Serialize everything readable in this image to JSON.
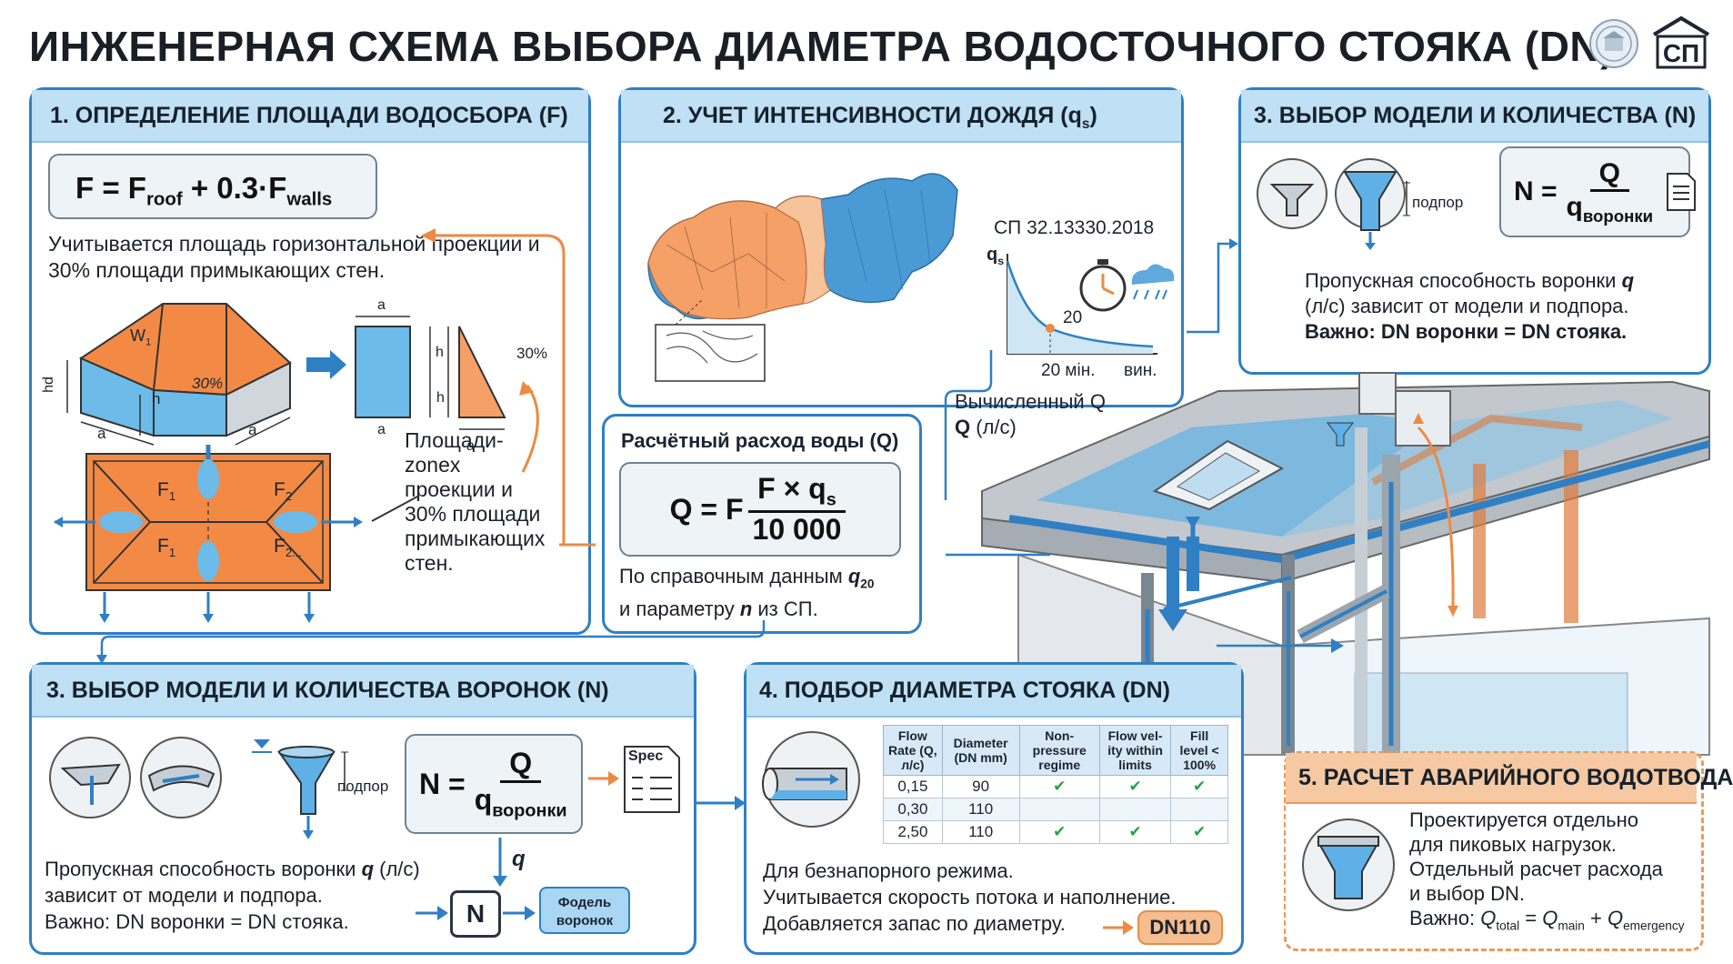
{
  "title": "ИНЖЕНЕРНАЯ СХЕМА ВЫБОРА ДИАМЕТРА ВОДОСТОЧНОГО СТОЯКА (DN)",
  "logo": {
    "text": "СП"
  },
  "colors": {
    "blue": "#2f7fc4",
    "light_blue": "#5fb0e6",
    "orange": "#ec8a43",
    "header_blue": "#bfe0f5",
    "header_orange": "#f6c9a2"
  },
  "panel1": {
    "header": "1. ОПРЕДЕЛЕНИЕ ПЛОЩАДИ ВОДОСБОРА (F)",
    "formula": {
      "lhs": "F = F",
      "sub1": "roof",
      "mid": " + 0.3·F",
      "sub2": "walls"
    },
    "text": "Учитывается площадь горизонтальной проекции и 30% площади примыкающих стен.",
    "roof_labels": {
      "w1": "W",
      "w1_sub": "1",
      "hd": "hd",
      "h": "h",
      "a": "a",
      "a2": "a",
      "pct": "30%"
    },
    "proj_labels": {
      "a_top": "a",
      "h": "h",
      "a_bottom": "a",
      "h2": "h",
      "a3": "a",
      "pct": "30%"
    },
    "plan_labels": {
      "f1": "F",
      "f1_sub": "1",
      "f2": "F",
      "f2_sub": "2",
      "f1b": "F",
      "f1b_sub": "1",
      "f2b": "F",
      "f2b_sub": "2..."
    },
    "side_text": [
      "Площади-",
      "zonex",
      "проекции и",
      "30% площади",
      "примыкающих",
      "стен."
    ]
  },
  "panel2": {
    "header": "2. УЧЕТ ИНТЕНСИВНОСТИ ДОЖДЯ (q",
    "header_sub": "s",
    "header_end": ")",
    "norm": "СП 32.13330.2018",
    "axis_y": "q",
    "axis_y_sub": "s",
    "point_label": "20",
    "axis_x_20": "20 мін.",
    "axis_x_end": "вин."
  },
  "panel_q": {
    "header": "Расчётный расход воды (Q)",
    "formula": {
      "lhs": "Q = F",
      "num": "F × q",
      "num_sub": "s",
      "den": "10 000"
    },
    "text1": "По справочным данным ",
    "q20": "q",
    "q20_sub": "20",
    "text2": "и параметру ",
    "n": "n",
    "text3": " из СП."
  },
  "panel3top": {
    "header": "3. ВЫБОР МОДЕЛИ И КОЛИЧЕСТВА (N)",
    "podpor": "подпор",
    "formula": {
      "lhs": "N =",
      "num": "Q",
      "den": "q",
      "den_sub": "воронки"
    },
    "text1": "Пропускная способность воронки ",
    "q": "q",
    "text2": "(л/с) зависит от модели и подпора.",
    "text3": "Важно: DN воронки = DN стояка."
  },
  "calc_q": {
    "line1": "Вычисленный Q",
    "line2": "Q",
    "line2_end": " (л/с)"
  },
  "panel3": {
    "header": "3. ВЫБОР МОДЕЛИ И КОЛИЧЕСТВА ВОРОНОК (N)",
    "podpor": "подпор",
    "formula": {
      "lhs": "N =",
      "num": "Q",
      "den": "q",
      "den_sub": "воронки"
    },
    "spec": "Spec",
    "q_label": "q",
    "n_box": "N",
    "model_box": "Фодель воронок",
    "text1": "Пропускная способность воронки ",
    "q": "q",
    "text1_end": " (л/с)",
    "text2": "зависит от модели и подпора.",
    "text3": "Важно: DN воронки = DN стояка."
  },
  "panel4": {
    "header": "4. ПОДБОР ДИАМЕТРА СТОЯКА (DN)",
    "table": {
      "headers": [
        "Flow Rate (Q, л/с)",
        "Diameter (DN mm)",
        "Non-pressure regime",
        "Flow vel-ity within limits",
        "Fill level < 100%"
      ],
      "rows": [
        {
          "q": "0,15",
          "dn": "90",
          "c1": "✔",
          "c2": "✔",
          "c3": "✔"
        },
        {
          "q": "0,30",
          "dn": "110",
          "c1": "",
          "c2": "",
          "c3": ""
        },
        {
          "q": "2,50",
          "dn": "110",
          "c1": "✔",
          "c2": "✔",
          "c3": "✔"
        }
      ]
    },
    "text1": "Для безнапорного режима.",
    "text2": "Учитывается скорость потока и наполнение.",
    "text3": "Добавляется запас по диаметру.",
    "dn_badge": "DN110"
  },
  "panel5": {
    "header": "5. РАСЧЕТ АВАРИЙНОГО ВОДОТВОДА",
    "text1": "Проектируется отдельно",
    "text2": "для пиковых нагрузок.",
    "text3": "Отдельный расчет расхода",
    "text4": "и выбор DN.",
    "formula_pre": "Важно: ",
    "q1": "Q",
    "q1_sub": "total",
    "eq": " = ",
    "q2": "Q",
    "q2_sub": "main",
    "plus": " + ",
    "q3": "Q",
    "q3_sub": "emergency"
  }
}
